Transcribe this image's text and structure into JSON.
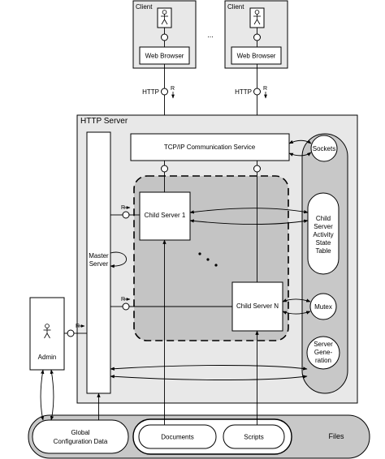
{
  "clients": [
    {
      "label": "Client",
      "web_browser": "Web Browser",
      "protocol": "HTTP"
    },
    {
      "label": "Client",
      "web_browser": "Web Browser",
      "protocol": "HTTP"
    }
  ],
  "clients_ellipsis": "...",
  "http_server": {
    "title": "HTTP Server",
    "tcpip_service": "TCP/IP Communication Service",
    "master_server": [
      "Master",
      "Server"
    ],
    "child_server_1": "Child Server 1",
    "child_server_n": "Child Server N"
  },
  "state_column": {
    "sockets": "Sockets",
    "activity_table": [
      "Child",
      "Server",
      "Activity",
      "State",
      "Table"
    ],
    "mutex": "Mutex",
    "server_generation": [
      "Server",
      "Gene-",
      "ration"
    ]
  },
  "admin": {
    "label": "Admin"
  },
  "files": {
    "label": "Files",
    "global_config": [
      "Global",
      "Configuration Data"
    ],
    "documents": "Documents",
    "scripts": "Scripts"
  },
  "colors": {
    "server_bg": "#e8e8e8",
    "child_area_bg": "#c4c4c4",
    "files_bg": "#c8c8c8"
  }
}
